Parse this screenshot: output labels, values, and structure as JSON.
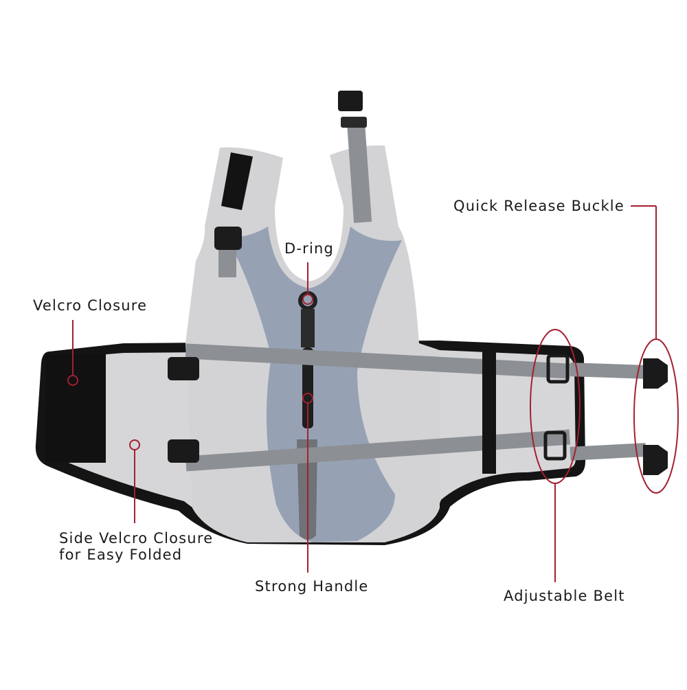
{
  "image": {
    "subject": "dog life jacket",
    "accent_color": "#a3202f",
    "vest_light_color": "#d3d3d5",
    "vest_panel_color": "#96a2b4",
    "strap_color": "#8c8f93",
    "trim_color": "#141414"
  },
  "callouts": {
    "velcro_closure": "Velcro Closure",
    "d_ring": "D-ring",
    "quick_release_buckle": "Quick Release Buckle",
    "side_velcro_line1": "Side Velcro Closure",
    "side_velcro_line2": "for Easy Folded",
    "strong_handle": "Strong Handle",
    "adjustable_belt": "Adjustable Belt"
  }
}
